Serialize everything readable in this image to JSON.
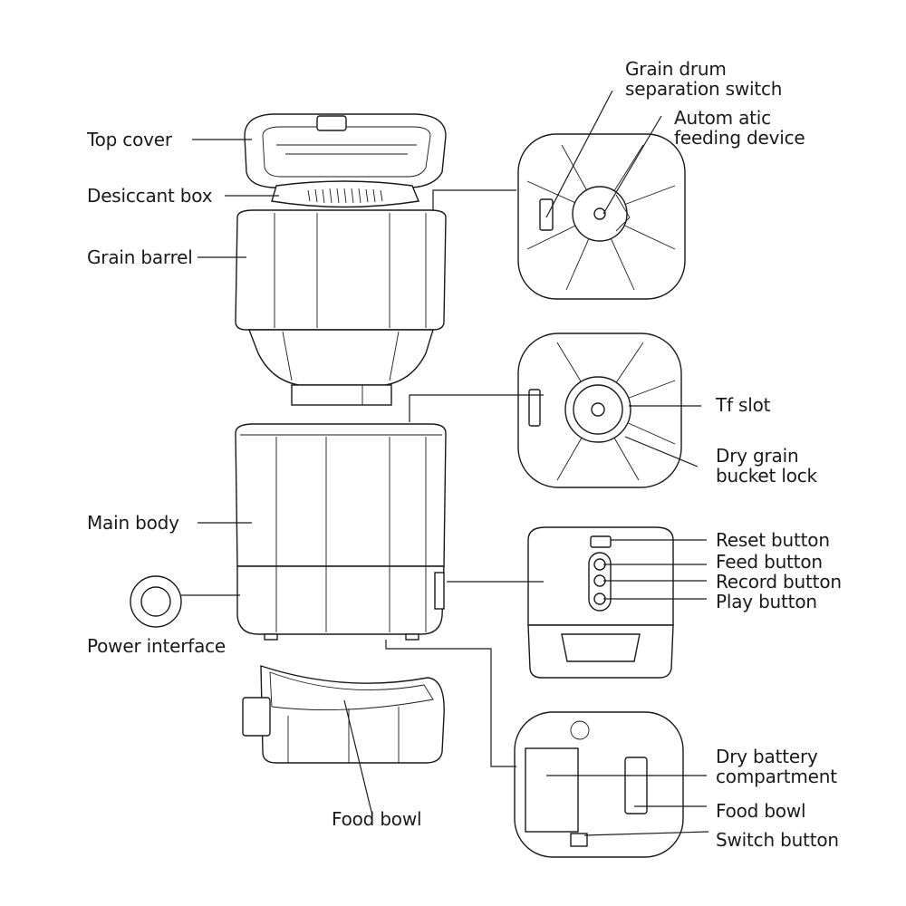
{
  "labels": {
    "top_cover": "Top cover",
    "desiccant_box": "Desiccant box",
    "grain_barrel": "Grain barrel",
    "main_body": "Main body",
    "power_interface": "Power interface",
    "food_bowl_left": "Food bowl",
    "grain_drum_switch": [
      "Grain drum",
      "separation switch"
    ],
    "automatic_feeding": [
      "Autom atic",
      "feeding device"
    ],
    "tf_slot": "Tf slot",
    "dry_grain_lock": [
      "Dry grain",
      "bucket lock"
    ],
    "reset_button": "Reset button",
    "feed_button": "Feed button",
    "record_button": "Record button",
    "play_button": "Play button",
    "dry_battery": [
      "Dry battery",
      "compartment"
    ],
    "food_bowl_right": "Food bowl",
    "switch_button": "Switch button"
  }
}
